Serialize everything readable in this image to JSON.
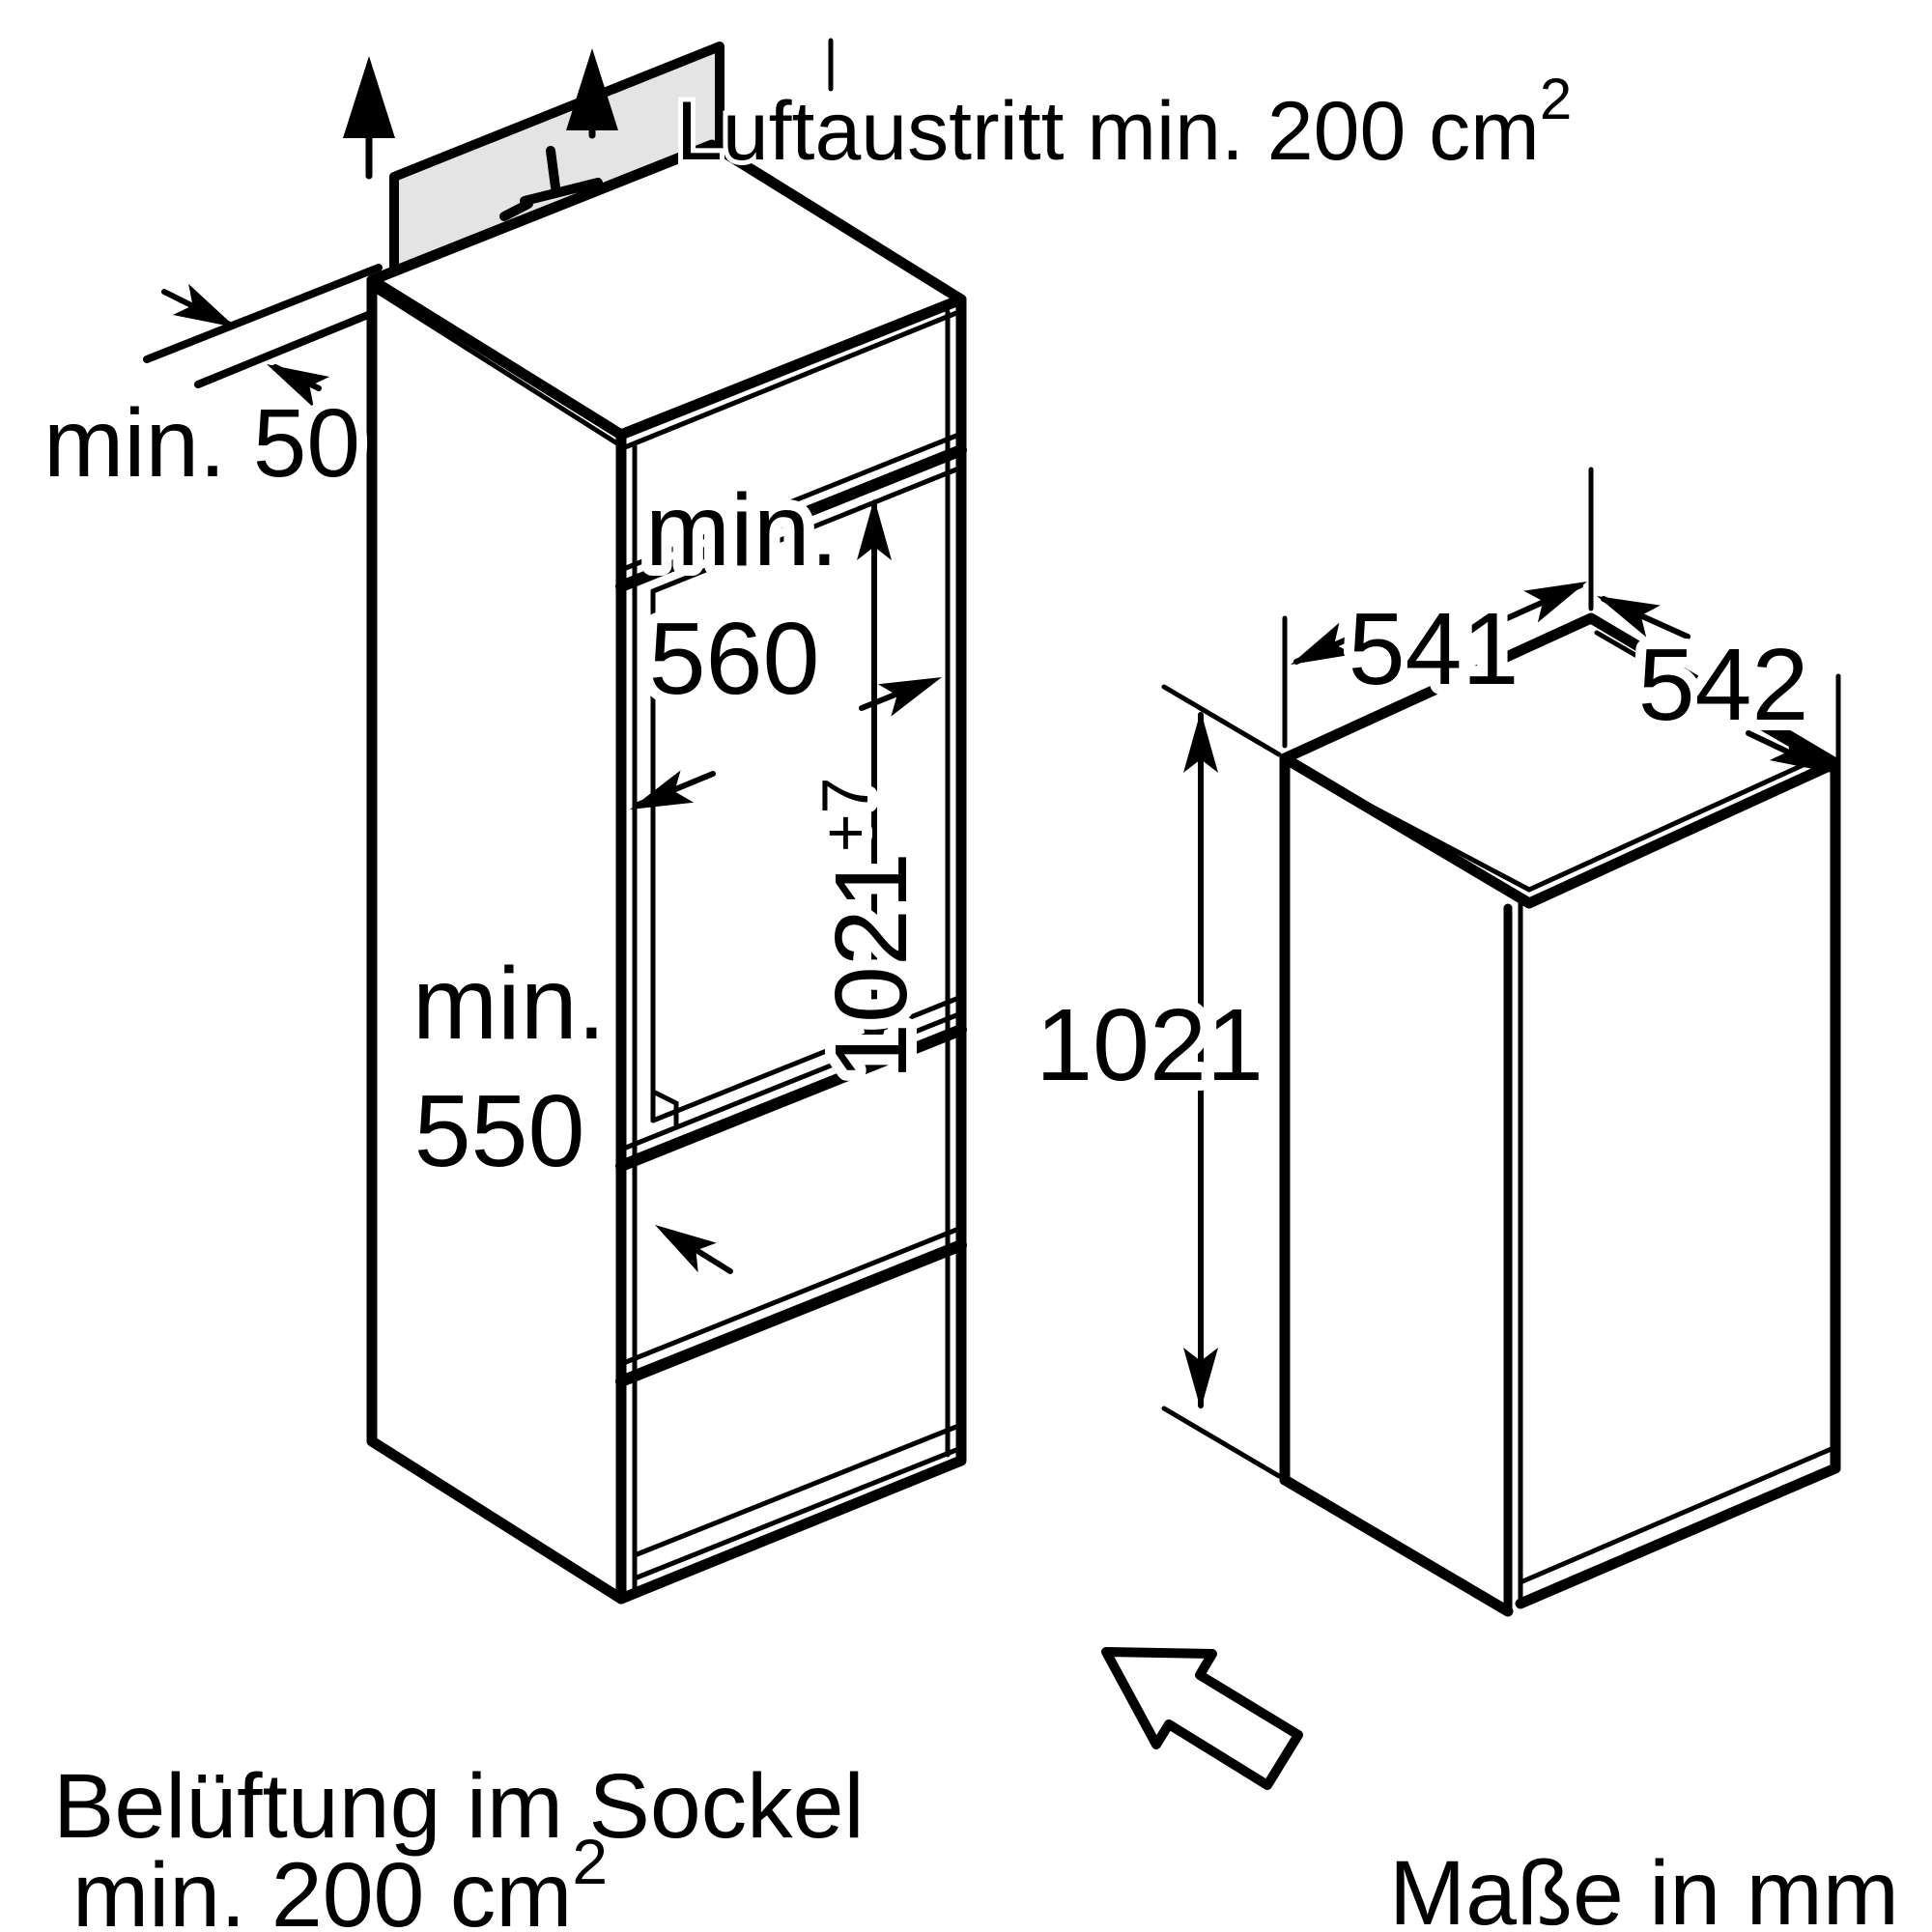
{
  "colors": {
    "line": "#000000",
    "vent_panel_fill": "#e4e4e4",
    "background": "#ffffff"
  },
  "labels": {
    "air_outlet": "Luftaustritt min. 200 cm",
    "air_outlet_sup": "2",
    "rear_gap": "min. 50",
    "niche_width_line1": "min.",
    "niche_width_line2": "560",
    "niche_height": "1021",
    "niche_height_tolerance": "+7",
    "niche_depth_line1": "min.",
    "niche_depth_line2": "550",
    "appliance_depth_body": "541",
    "appliance_depth_door": "542",
    "appliance_height": "1021",
    "base_vent_line1": "Belüftung im Sockel",
    "base_vent_line2": "min. 200 cm",
    "base_vent_sup": "2",
    "units_note": "Maße in mm"
  }
}
